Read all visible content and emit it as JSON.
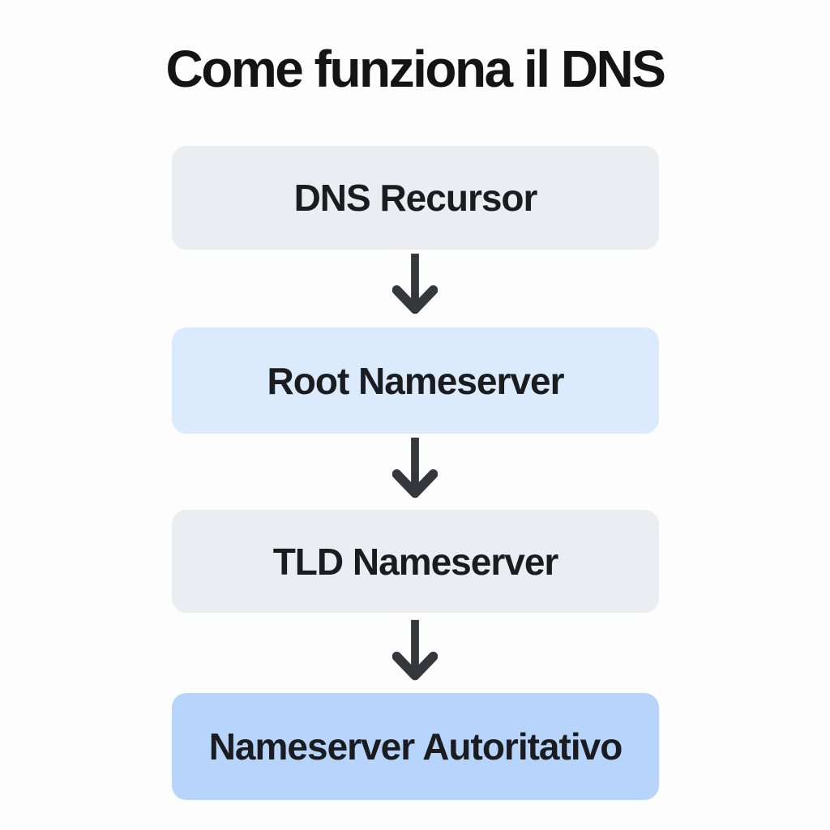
{
  "title": "Come funziona il DNS",
  "flow": {
    "direction": "top-to-bottom",
    "connector_icon": "arrow-down-icon",
    "nodes": [
      {
        "id": "dns-recursor",
        "label": "DNS Recursor",
        "variant": "gray"
      },
      {
        "id": "root-nameserver",
        "label": "Root Nameserver",
        "variant": "blue-light"
      },
      {
        "id": "tld-nameserver",
        "label": "TLD Nameserver",
        "variant": "gray"
      },
      {
        "id": "nameserver-autoritativo",
        "label": "Nameserver Autoritativo",
        "variant": "blue"
      }
    ]
  },
  "colors": {
    "page_background": "#fdfdfd",
    "node_gray": "#eaedf1",
    "node_blue_light": "#dcebfc",
    "node_blue": "#b7d4fa",
    "arrow": "#34383c",
    "title_text": "#141414",
    "node_text": "#1a1c1f"
  }
}
